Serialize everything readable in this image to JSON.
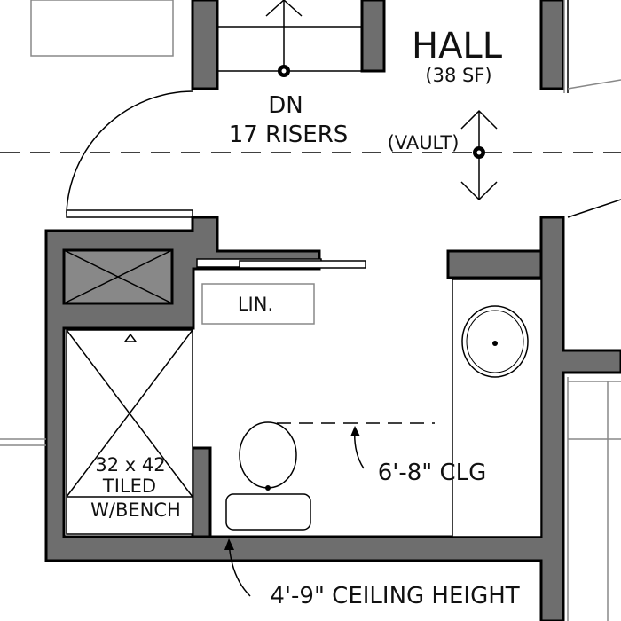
{
  "labels": {
    "hall": "HALL",
    "hall_area": "(38 SF)",
    "stair_dn": "DN",
    "stair_risers": "17 RISERS",
    "vault": "(VAULT)",
    "linen": "LIN.",
    "shower_size": "32 x 42",
    "shower_tiled": "TILED",
    "shower_bench": "W/BENCH",
    "bath_ceiling": "6'-8\" CLG",
    "ceiling_height": "4'-9\" CEILING HEIGHT"
  },
  "colors": {
    "wall_fill": "#6e6e6e",
    "line": "#000000",
    "background": "#ffffff"
  }
}
